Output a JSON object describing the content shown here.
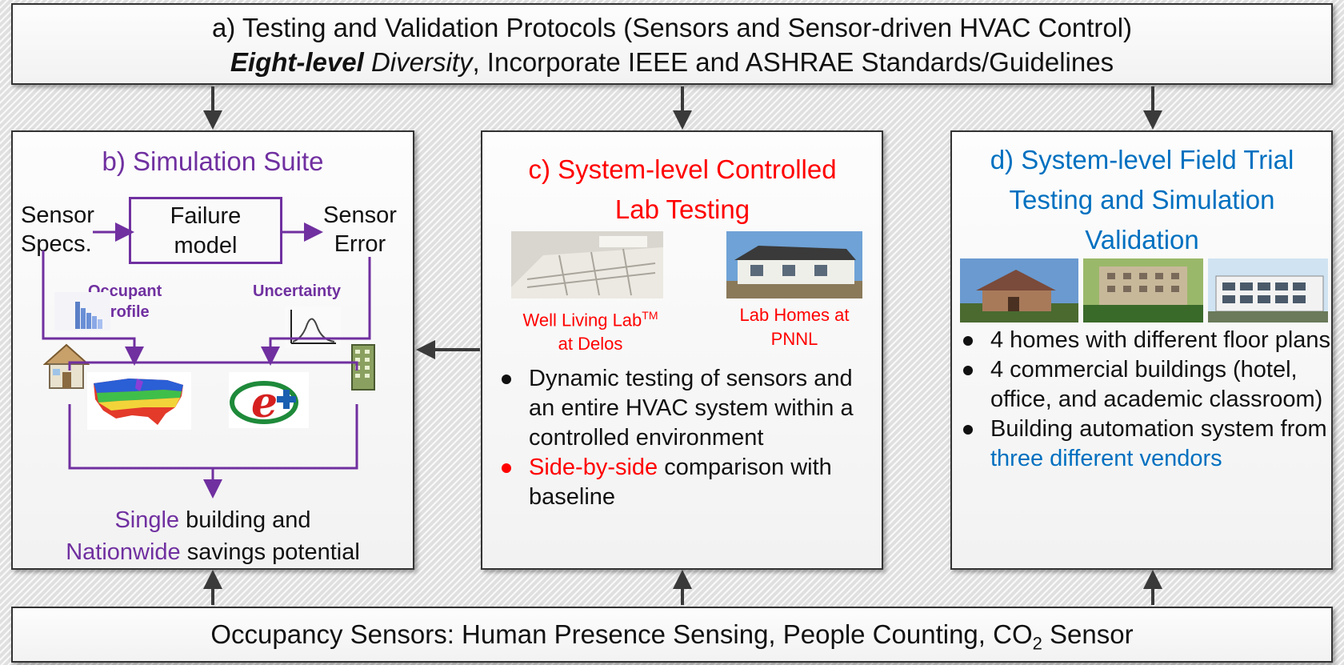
{
  "top": {
    "line1": "a) Testing and Validation Protocols (Sensors and Sensor-driven HVAC Control)",
    "line2_bold": "Eight-level",
    "line2_italic": " Diversity",
    "line2_rest": ", Incorporate IEEE and ASHRAE Standards/Guidelines"
  },
  "bottom": {
    "prefix": "Occupancy Sensors: Human Presence Sensing, People Counting, CO",
    "sub": "2",
    "suffix": " Sensor"
  },
  "sim": {
    "title": "b) Simulation Suite",
    "sensor_specs_1": "Sensor",
    "sensor_specs_2": "Specs.",
    "failure_1": "Failure",
    "failure_2": "model",
    "sensor_error_1": "Sensor",
    "sensor_error_2": "Error",
    "occupant_1": "Occupant",
    "occupant_2": "profile",
    "uncertainty": "Uncertainty",
    "footer_single": "Single",
    "footer_1": " building and",
    "footer_nationwide": "Nationwide",
    "footer_2": " savings potential"
  },
  "lab": {
    "title_1": "c) System-level Controlled",
    "title_2": "Lab Testing",
    "photo1_caption_1": "Well Living Lab",
    "photo1_caption_tm": "TM",
    "photo1_caption_2": "at Delos",
    "photo2_caption_1": "Lab Homes at",
    "photo2_caption_2": "PNNL",
    "bullet1": "Dynamic testing of sensors and an entire HVAC system within a controlled environment",
    "bullet2_red": "Side-by-side",
    "bullet2_rest": " comparison with baseline"
  },
  "field": {
    "title_1": "d) System-level Field Trial",
    "title_2": "Testing and Simulation",
    "title_3": "Validation",
    "bullet1": "4 homes with different floor plans",
    "bullet2": "4 commercial buildings (hotel, office, and academic classroom)",
    "bullet3_a": "Building automation system from ",
    "bullet3_blue": "three different vendors"
  },
  "colors": {
    "purple": "#7030a0",
    "red": "#ff0000",
    "blue": "#0070c0",
    "arrow": "#3a3a3a"
  },
  "icons": [
    "house-icon",
    "us-climate-map-icon",
    "energyplus-logo-icon",
    "tall-building-icon",
    "occupant-profile-chart-icon",
    "uncertainty-curve-icon"
  ]
}
